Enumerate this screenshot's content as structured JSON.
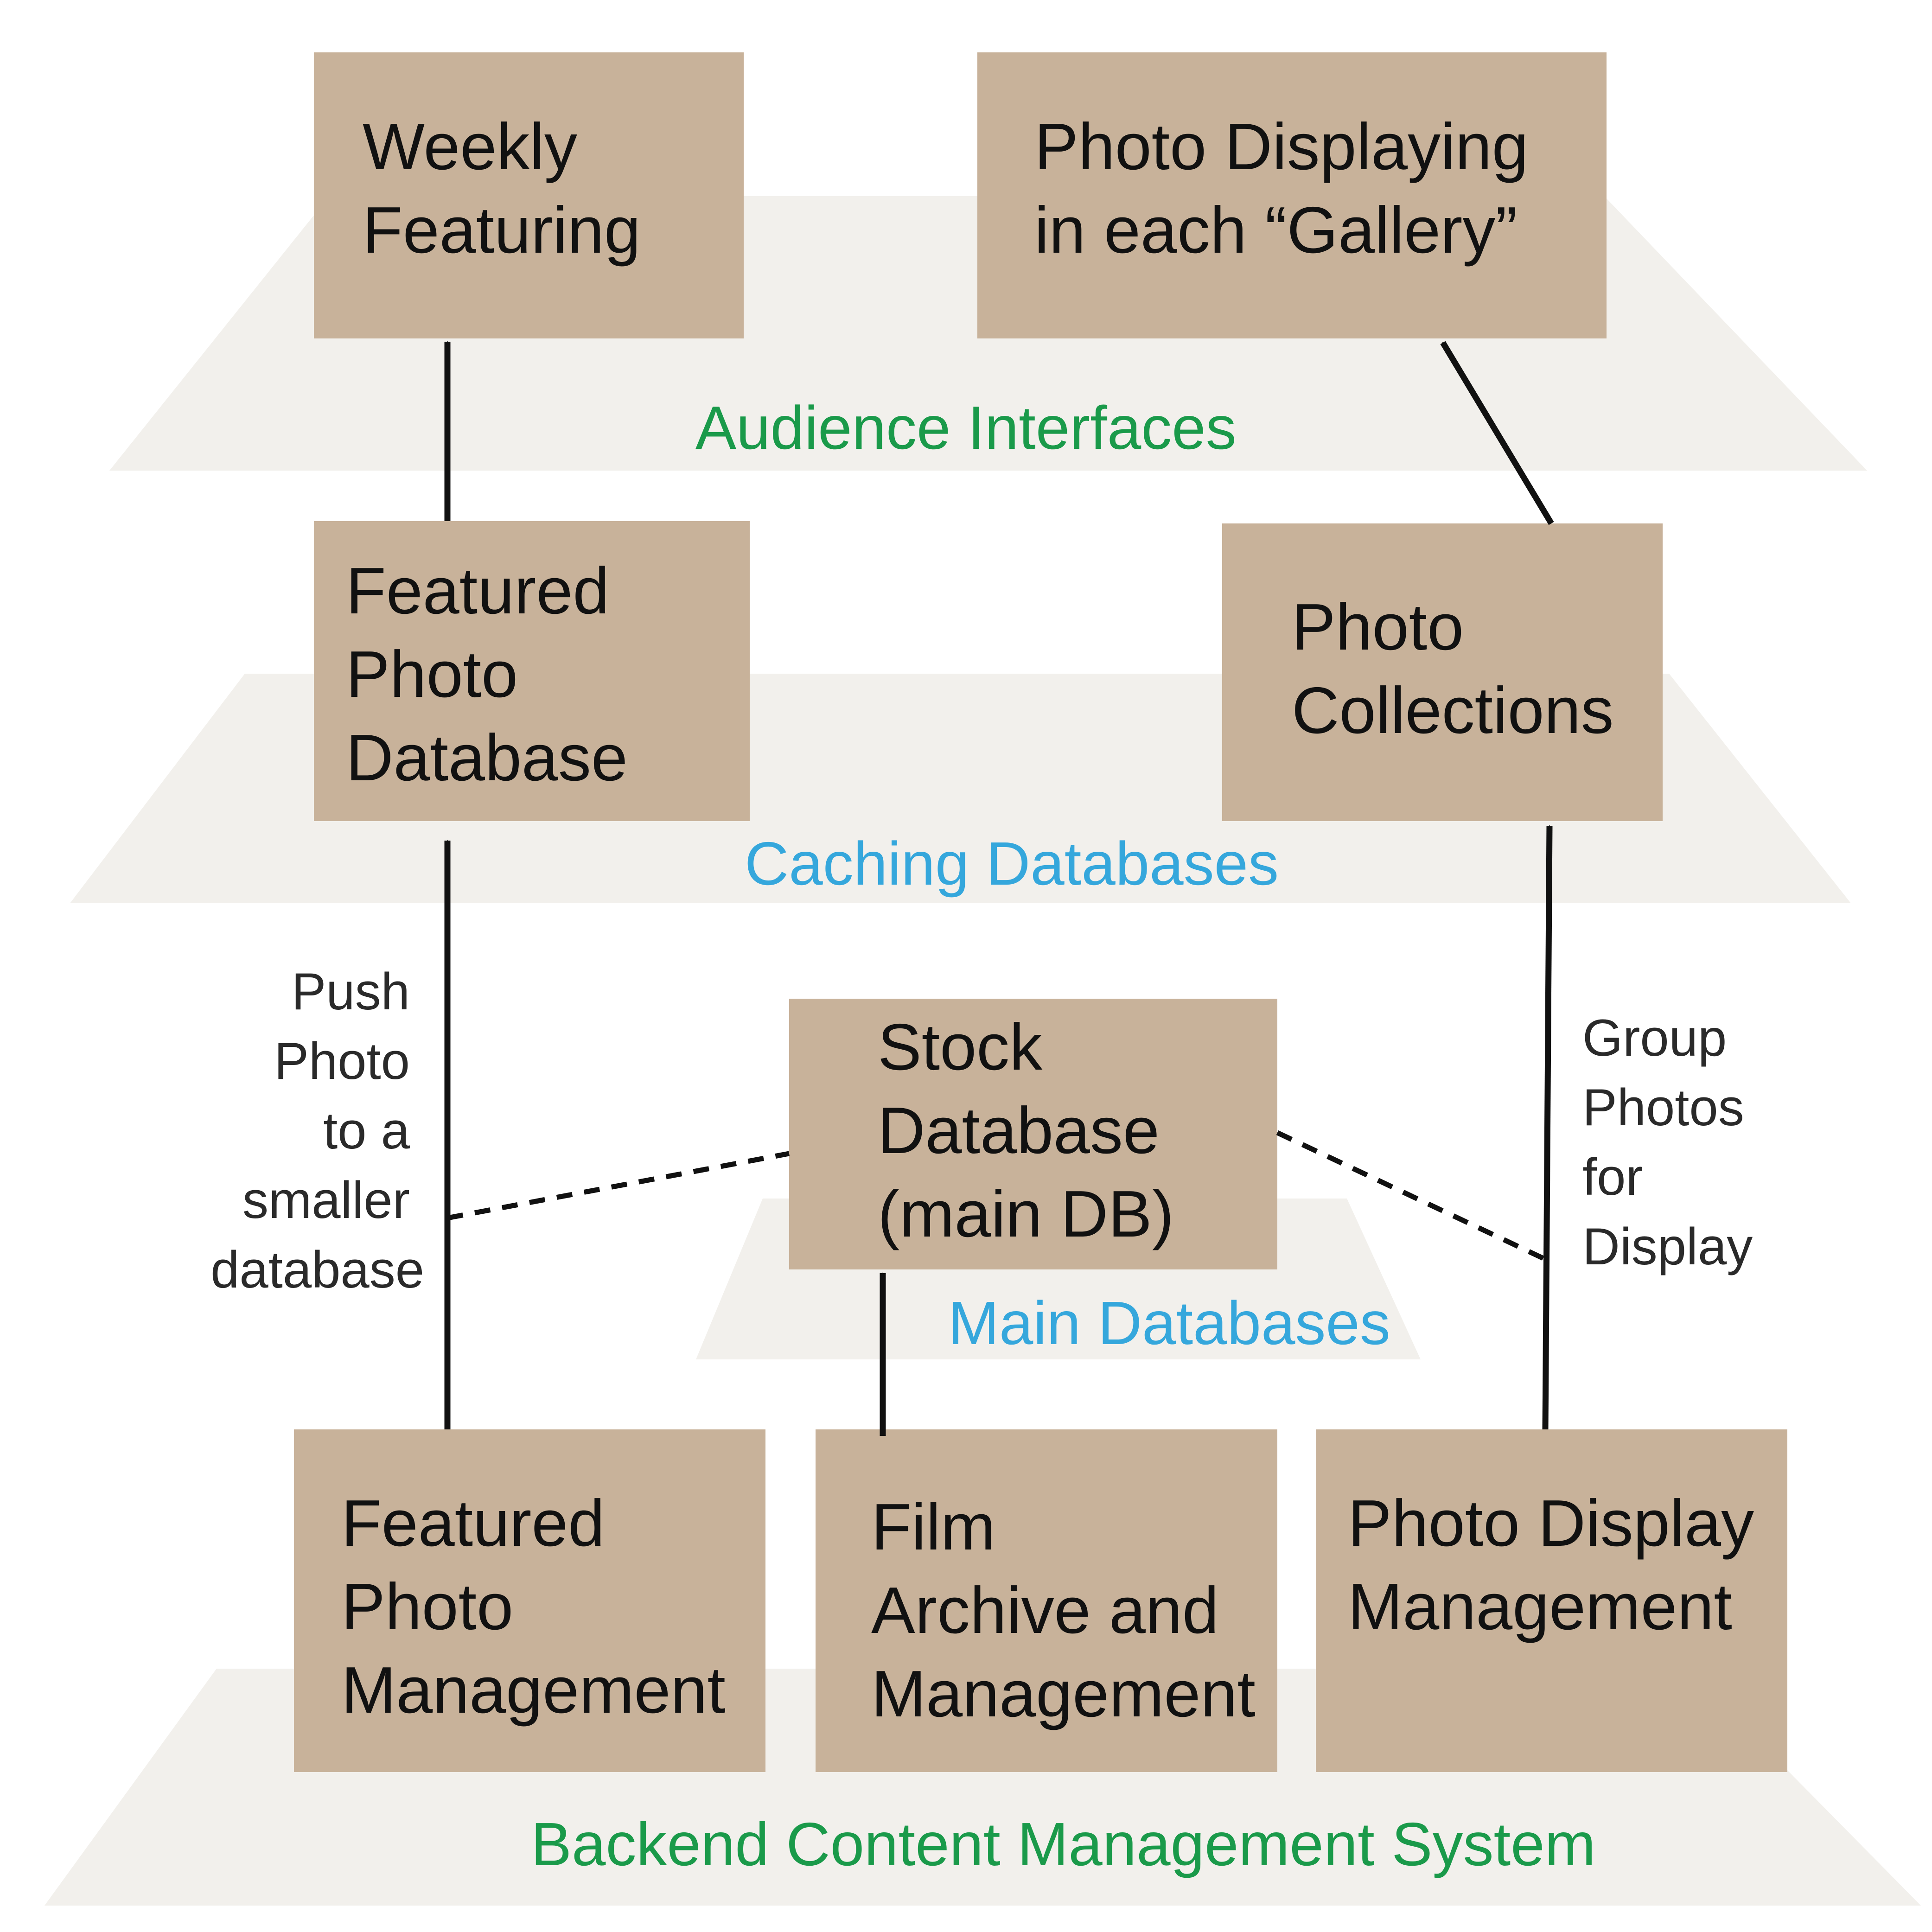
{
  "colors": {
    "layer_fill": "#f2f0ec",
    "box_fill": "#c8b29a",
    "green_label": "#1a9a4a",
    "blue_label": "#35a7dc",
    "arrow": "#111111"
  },
  "layers": {
    "audience": "Audience Interfaces",
    "caching": "Caching Databases",
    "main": "Main Databases",
    "backend": "Backend Content Management System"
  },
  "boxes": {
    "weekly_featuring": [
      "Weekly",
      "Featuring"
    ],
    "photo_displaying": [
      "Photo Displaying",
      "in each “Gallery”"
    ],
    "featured_photo_db": [
      "Featured",
      "Photo",
      "Database"
    ],
    "photo_collections": [
      "Photo",
      "Collections"
    ],
    "stock_db": [
      "Stock",
      "Database",
      "(main DB)"
    ],
    "featured_photo_mgmt": [
      "Featured",
      "Photo",
      "Management"
    ],
    "film_archive": [
      "Film",
      "Archive and",
      "Management"
    ],
    "photo_display_mgmt": [
      "Photo Display",
      "Management"
    ]
  },
  "edge_labels": {
    "push_photo": [
      "Push",
      "Photo",
      "to a",
      "smaller",
      "database"
    ],
    "group_photos": [
      "Group",
      "Photos",
      "for",
      "Display"
    ]
  }
}
